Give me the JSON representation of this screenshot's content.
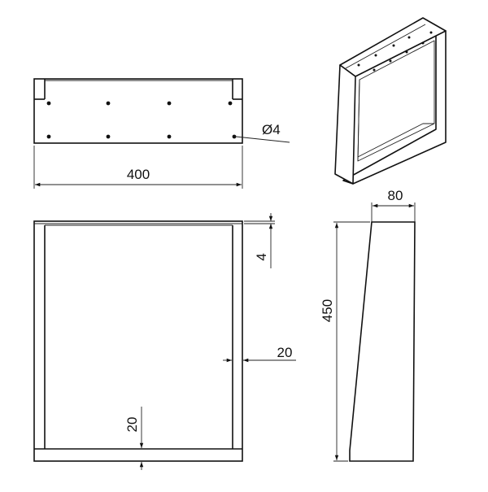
{
  "drawing": {
    "views": [
      "top-view",
      "isometric-view",
      "front-view",
      "side-view"
    ],
    "dimensions": {
      "width": "400",
      "hole_diameter": "Ø4",
      "depth": "80",
      "height": "450",
      "top_thickness": "4",
      "side_width": "20",
      "bottom_width": "20"
    },
    "colors": {
      "line": "#111111",
      "background": "#ffffff"
    }
  }
}
